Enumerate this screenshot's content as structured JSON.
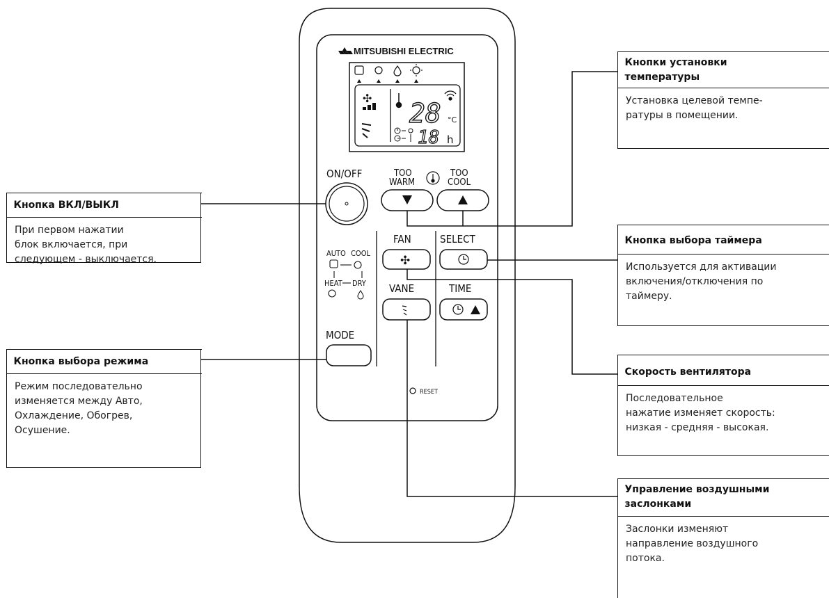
{
  "brand": "MITSUBISHI ELECTRIC",
  "lcd": {
    "temp_digits": "28",
    "temp_unit": "°C",
    "timer_digits": "18",
    "timer_unit": "h"
  },
  "remote": {
    "on_off": "ON/OFF",
    "too_warm_top": "TOO",
    "too_warm_bottom": "WARM",
    "too_cool_top": "TOO",
    "too_cool_bottom": "COOL",
    "fan": "FAN",
    "select": "SELECT",
    "vane": "VANE",
    "time": "TIME",
    "mode": "MODE",
    "reset": "RESET",
    "mode_auto": "AUTO",
    "mode_cool": "COOL",
    "mode_heat": "HEAT",
    "mode_dry": "DRY"
  },
  "callouts": {
    "on_off": {
      "title": "Кнопка ВКЛ/ВЫКЛ",
      "lines": [
        "При первом нажатии",
        "блок включается, при",
        "следующем - выключается."
      ]
    },
    "mode": {
      "title": "Кнопка выбора режима",
      "lines": [
        "Режим последовательно",
        "изменяется между Авто,",
        "Охлаждение, Обогрев,",
        "Осушение."
      ]
    },
    "temp": {
      "title_lines": [
        "Кнопки установки",
        "температуры"
      ],
      "lines": [
        "Установка целевой темпе-",
        "ратуры в помещении."
      ]
    },
    "timer": {
      "title": "Кнопка выбора таймера",
      "lines": [
        "Используется для активации",
        "включения/отключения по",
        "таймеру."
      ]
    },
    "fan": {
      "title": "Скорость вентилятора",
      "lines": [
        "Последовательное",
        "нажатие изменяет скорость:",
        "низкая - средняя - высокая."
      ]
    },
    "vane": {
      "title_lines": [
        "Управление воздушными",
        "заслонками"
      ],
      "lines": [
        "Заслонки изменяют",
        "направление воздушного",
        "потока."
      ]
    }
  }
}
